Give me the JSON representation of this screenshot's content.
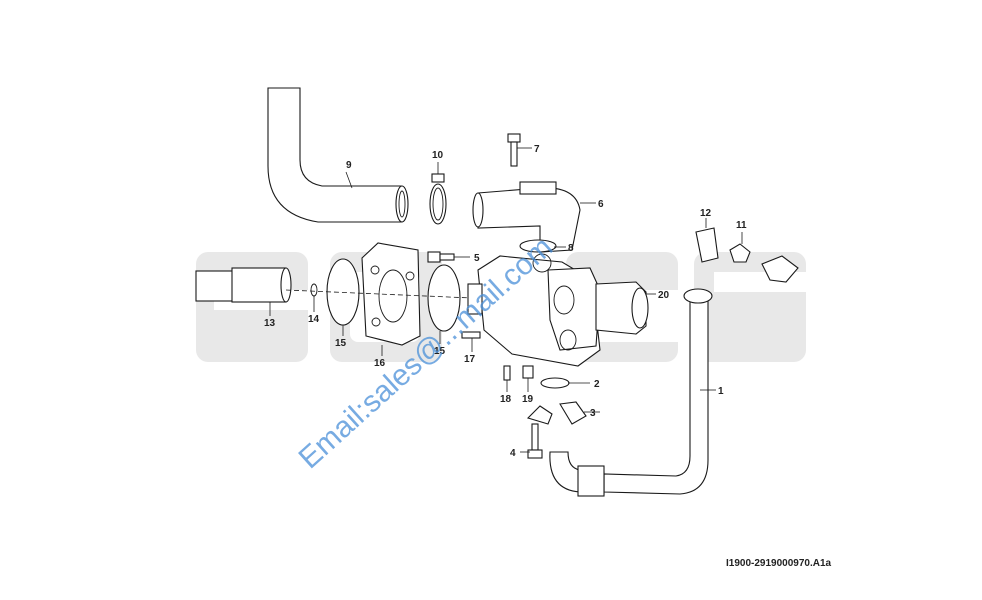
{
  "diagram": {
    "document_id": "I1900-2919000970.A1a",
    "watermark_email": "Email:sales@...mail.com",
    "accent_color": "#4a90d9",
    "watermark_color": "#e8e8e8",
    "callouts": {
      "p1": "1",
      "p2": "2",
      "p3": "3",
      "p4": "4",
      "p5": "5",
      "p6": "6",
      "p7": "7",
      "p8": "8",
      "p9": "9",
      "p10": "10",
      "p11": "11",
      "p12": "12",
      "p13": "13",
      "p14": "14",
      "p15a": "15",
      "p15b": "15",
      "p16": "16",
      "p17": "17",
      "p18": "18",
      "p19": "19",
      "p20": "20"
    }
  }
}
